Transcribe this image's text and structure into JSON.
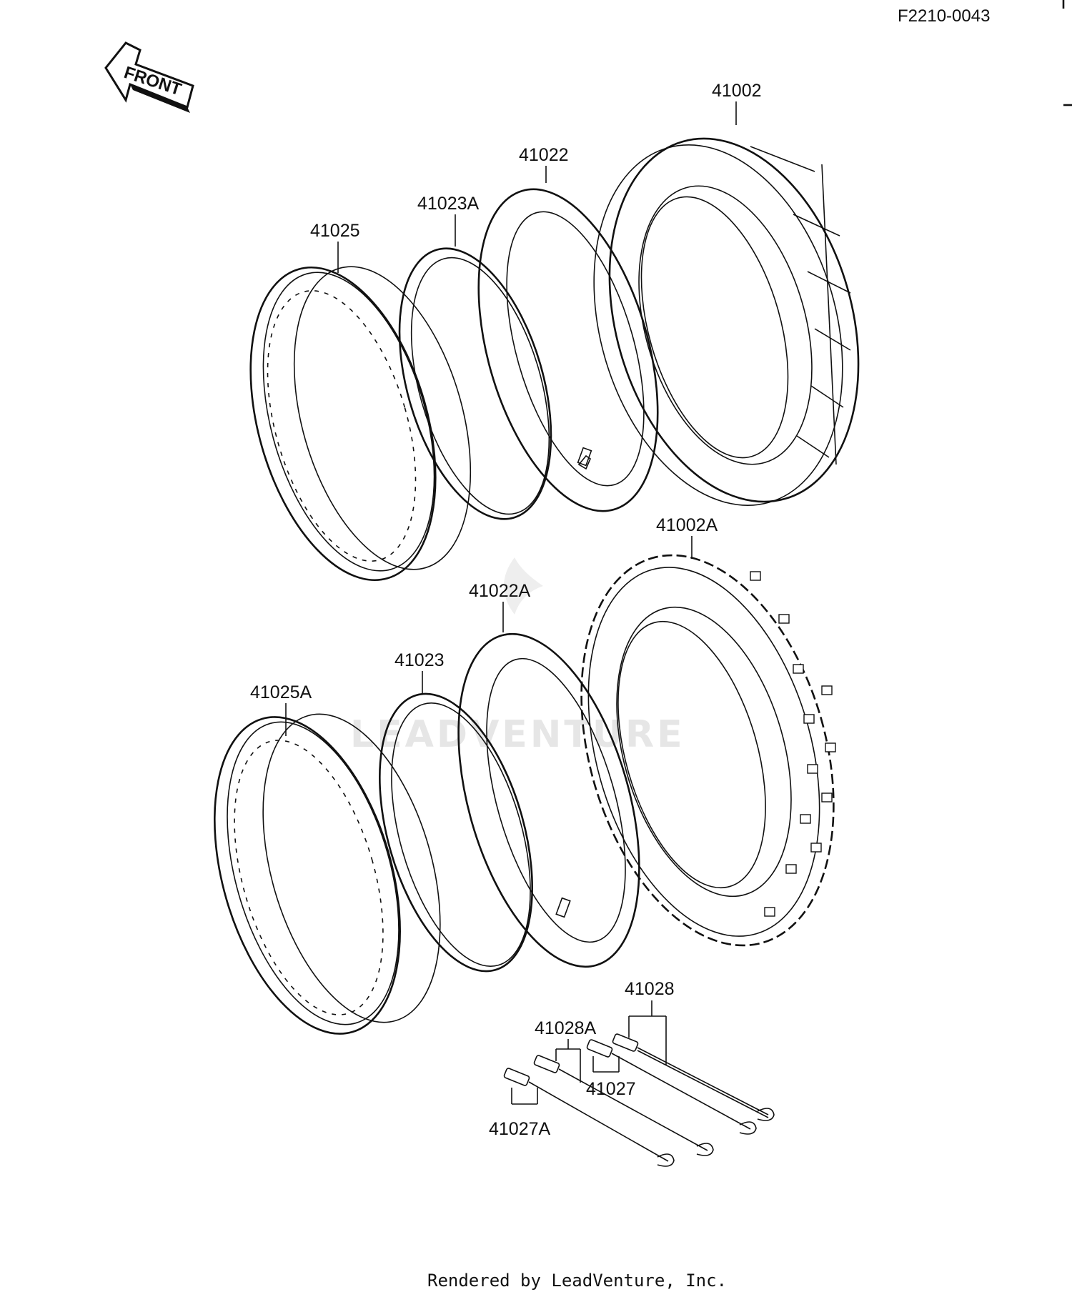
{
  "diagram_code": "F2210-0043",
  "front_arrow_label": "FRONT",
  "parts": {
    "tire_front": "41002",
    "tube_front": "41022",
    "rim_band_front": "41023A",
    "rim_front": "41025",
    "tire_rear": "41002A",
    "tube_rear": "41022A",
    "rim_band_rear": "41023",
    "rim_rear": "41025A",
    "nipple": "41028",
    "nipple_a": "41028A",
    "spoke": "41027",
    "spoke_a": "41027A"
  },
  "watermark": "LEADVENTURE",
  "footer": "Rendered by LeadVenture, Inc."
}
